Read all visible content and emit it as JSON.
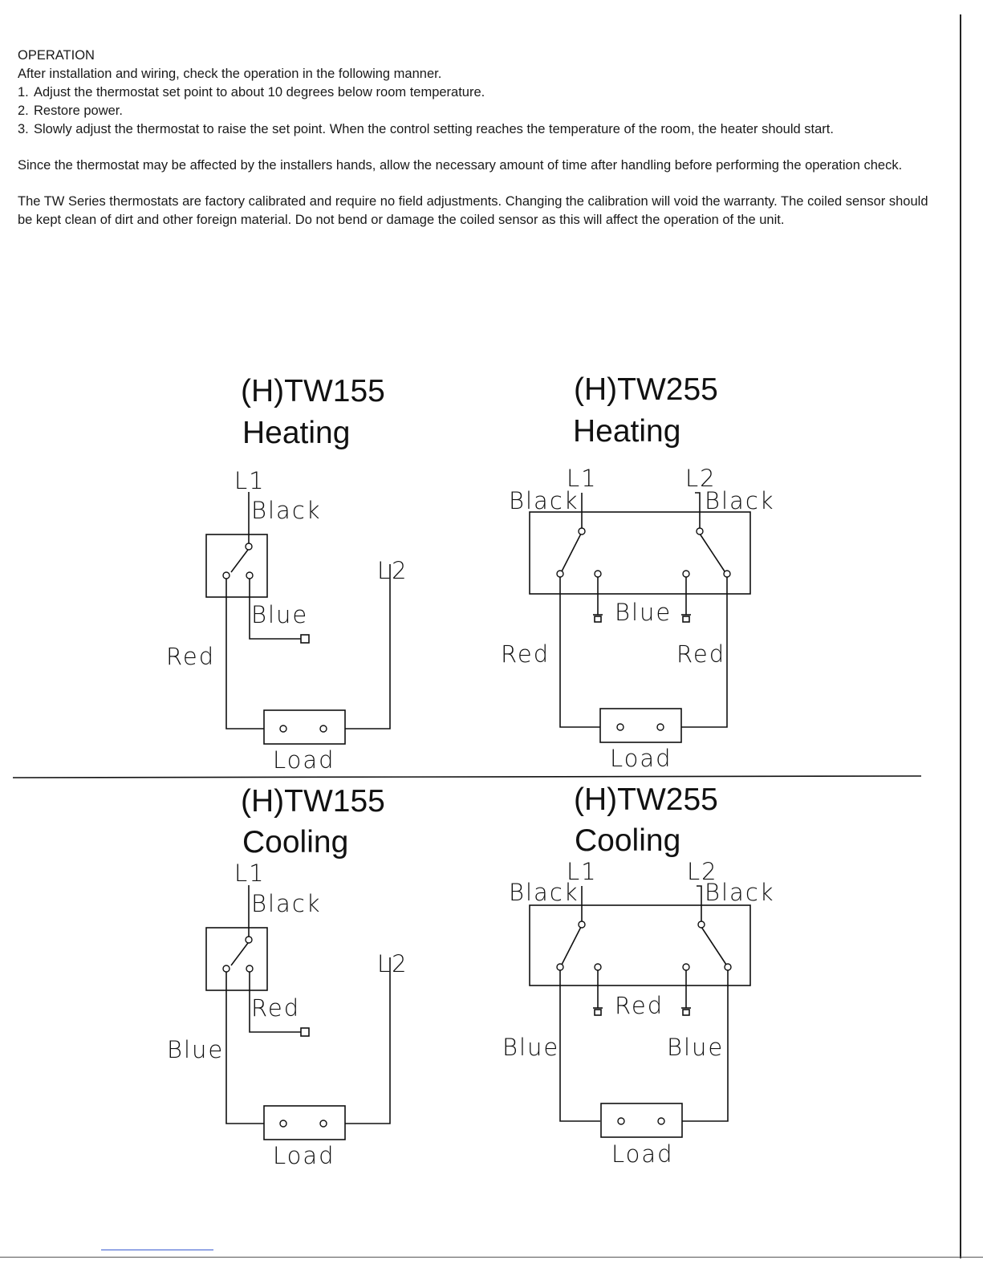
{
  "operation": {
    "heading": "OPERATION",
    "intro": "After installation and wiring, check the operation in the following manner.",
    "steps": [
      {
        "num": "1.",
        "text": "Adjust the thermostat set point to about 10 degrees below room temperature."
      },
      {
        "num": "2.",
        "text": "Restore power."
      },
      {
        "num": "3.",
        "text": "Slowly adjust the thermostat to raise the set point. When the control setting reaches the temperature of the room, the heater should start."
      }
    ],
    "note1": "Since the thermostat may be affected by the installers hands, allow the necessary amount of time after handling before performing the operation check.",
    "note2": "The TW Series thermostats are factory calibrated and require no field adjustments. Changing the calibration will void the warranty. The coiled sensor should be kept clean of dirt and other foreign material. Do not bend or damage the coiled sensor as this will affect the operation of the unit."
  },
  "diagrams": {
    "tw155_heating": {
      "model": "(H)TW155",
      "mode": "Heating",
      "l1": "L1",
      "l2": "L2",
      "wire_top": "Black",
      "wire_stub": "Blue",
      "wire_side": "Red",
      "load": "Load"
    },
    "tw255_heating": {
      "model": "(H)TW255",
      "mode": "Heating",
      "l1": "L1",
      "l2": "L2",
      "wire_top_left": "Black",
      "wire_top_right": "Black",
      "wire_stub": "Blue",
      "wire_side_left": "Red",
      "wire_side_right": "Red",
      "load": "Load"
    },
    "tw155_cooling": {
      "model": "(H)TW155",
      "mode": "Cooling",
      "l1": "L1",
      "l2": "L2",
      "wire_top": "Black",
      "wire_stub": "Red",
      "wire_side": "Blue",
      "load": "Load"
    },
    "tw255_cooling": {
      "model": "(H)TW255",
      "mode": "Cooling",
      "l1": "L1",
      "l2": "L2",
      "wire_top_left": "Black",
      "wire_top_right": "Black",
      "wire_stub": "Red",
      "wire_side_left": "Blue",
      "wire_side_right": "Blue",
      "load": "Load"
    }
  }
}
